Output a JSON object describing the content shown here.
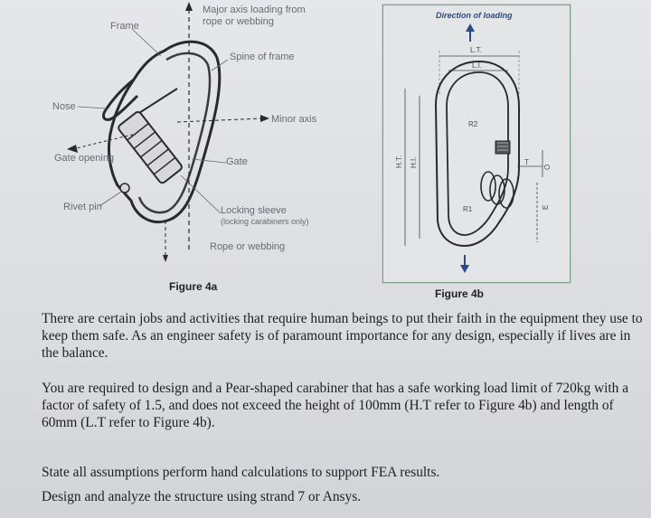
{
  "figure_a": {
    "caption": "Figure 4a",
    "labels": {
      "frame": "Frame",
      "major_axis_1": "Major axis loading from",
      "major_axis_2": "rope or webbing",
      "spine": "Spine of frame",
      "nose": "Nose",
      "minor_axis": "Minor axis",
      "gate_opening": "Gate opening",
      "gate": "Gate",
      "rivet_pin": "Rivet pin",
      "locking_sleeve_1": "Locking sleeve",
      "locking_sleeve_2": "(locking carabiners only)",
      "rope": "Rope or webbing"
    }
  },
  "figure_b": {
    "caption": "Figure 4b",
    "title": "Direction of loading",
    "labels": {
      "lt": "L.T.",
      "li": "L.I.",
      "r2": "R2",
      "r1": "R1",
      "ht": "H.T.",
      "hi": "H.I.",
      "t": "T",
      "o": "O",
      "e": "E"
    }
  },
  "paragraphs": [
    "There are certain jobs and activities that require human beings to put their faith in the equipment they use to keep them safe. As an engineer safety is of paramount importance for any design, especially if lives are in the balance.",
    "You are required to design and a Pear-shaped carabiner that has a safe working load limit of 720kg with a factor of safety of 1.5, and does not exceed the height of 100mm (H.T refer to Figure 4b) and length of 60mm (L.T refer to Figure 4b).",
    "State all assumptions perform hand calculations to support FEA results.",
    "Design and analyze the structure using strand 7 or Ansys."
  ]
}
